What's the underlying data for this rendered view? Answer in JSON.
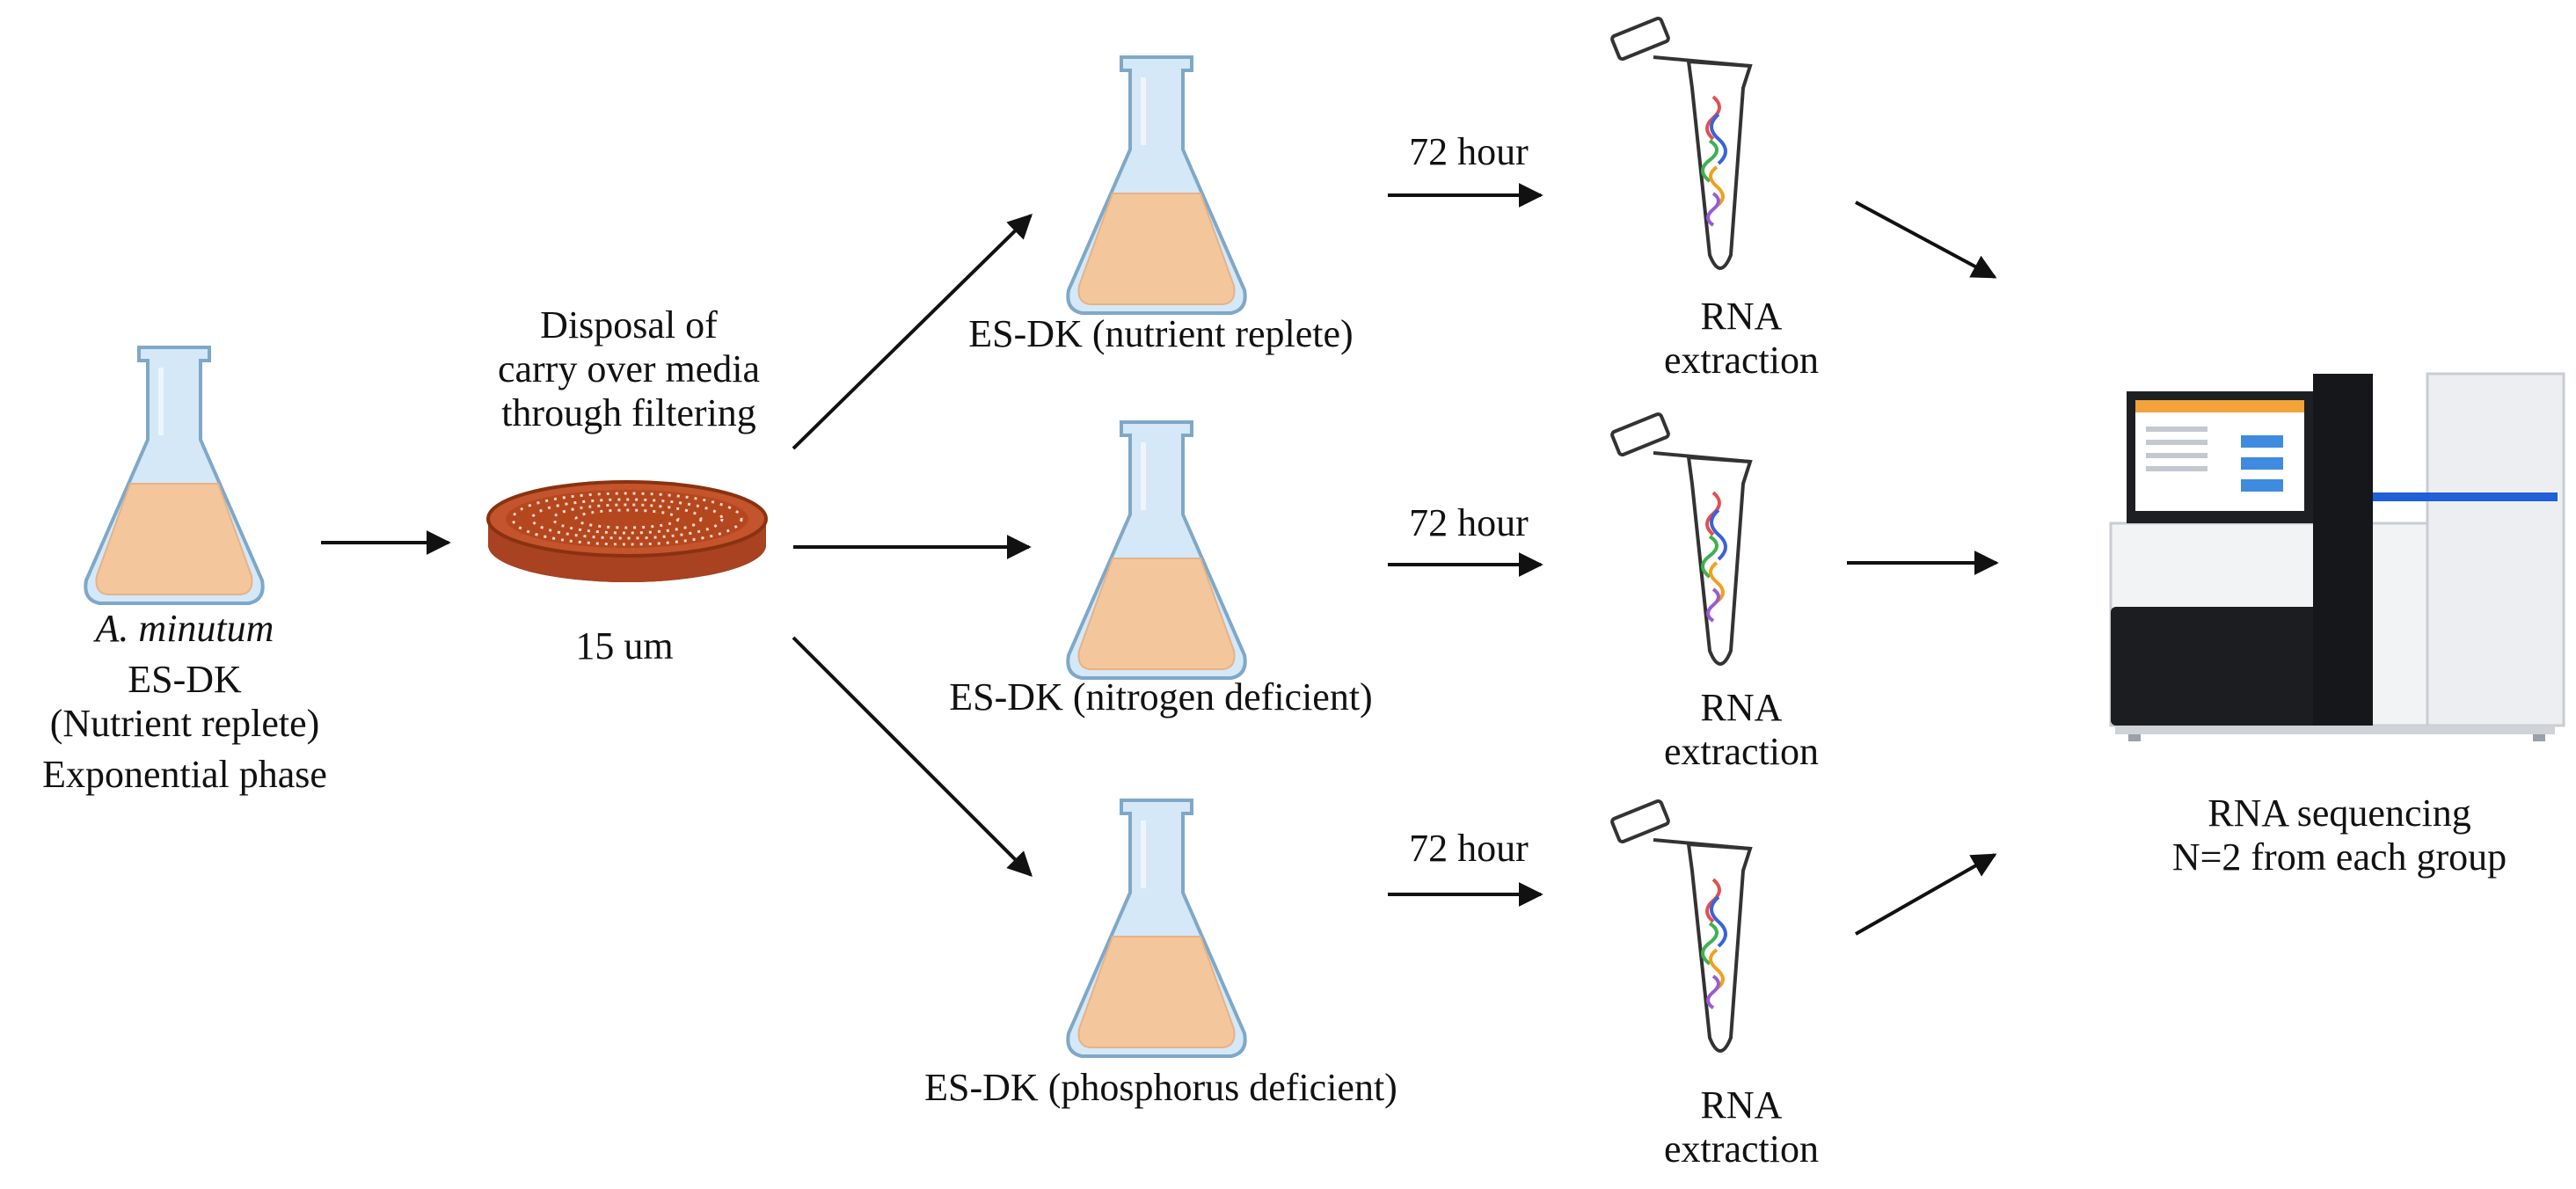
{
  "source_culture": {
    "species": "A. minutum",
    "medium": "ES-DK",
    "condition": "(Nutrient replete)",
    "phase": "Exponential phase"
  },
  "filter_step": {
    "description_lines": [
      "Disposal of",
      "carry over media",
      "through filtering"
    ],
    "pore_size": "15 um"
  },
  "treatments": [
    {
      "label": "ES-DK (nutrient replete)",
      "duration": "72 hour",
      "extraction_lines": [
        "RNA",
        "extraction"
      ]
    },
    {
      "label": "ES-DK (nitrogen deficient)",
      "duration": "72 hour",
      "extraction_lines": [
        "RNA",
        "extraction"
      ]
    },
    {
      "label": "ES-DK (phosphorus deficient)",
      "duration": "72 hour",
      "extraction_lines": [
        "RNA",
        "extraction"
      ]
    }
  ],
  "sequencing": {
    "lines": [
      "RNA sequencing",
      "N=2 from each group"
    ]
  },
  "colors": {
    "flask_glass": "#d4e8f8",
    "flask_outline": "#7fa8c8",
    "culture_medium": "#f4c69c",
    "filter_dish": "#b5471f",
    "arrow": "#111111",
    "rna_strands": [
      "#e05050",
      "#3a63d8",
      "#f0a020",
      "#40b050",
      "#9a5bd0"
    ]
  }
}
